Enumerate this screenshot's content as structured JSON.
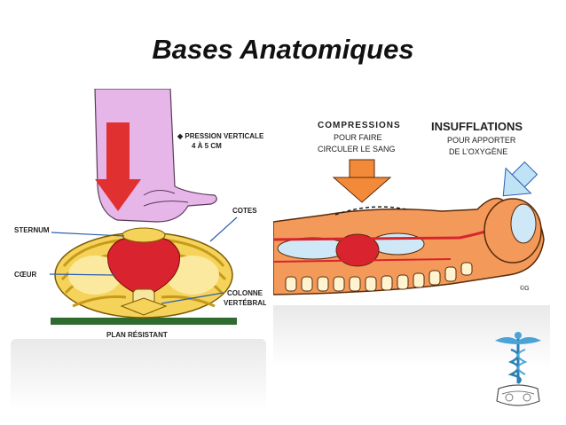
{
  "title": "Bases Anatomiques",
  "left_figure": {
    "pression_line1": "◆ PRESSION VERTICALE",
    "pression_line2": "4 À 5 CM",
    "cotes": "COTES",
    "sternum": "STERNUM",
    "coeur": "CŒUR",
    "colonne_line1": "COLONNE",
    "colonne_line2": "VERTÉBRALE",
    "plan": "PLAN RÉSISTANT"
  },
  "right_figure": {
    "compressions_line1": "COMPRESSIONS",
    "compressions_line2": "POUR FAIRE",
    "compressions_line3": "CIRCULER LE SANG",
    "insufflations_line1": "INSUFFLATIONS",
    "insufflations_line2": "POUR APPORTER",
    "insufflations_line3": "DE L'OXYGÈNE",
    "signature": "©G"
  },
  "colors": {
    "heart": "#d9232f",
    "bone": "#f5d35a",
    "hand": "#e7b6e8",
    "arrow_red": "#e03030",
    "arrow_orange": "#f28a3a",
    "arrow_blue": "#bfe2f5",
    "body": "#f39a5a",
    "plan": "#2f6a2f"
  },
  "icons": {
    "caduceus": "caduceus-icon"
  }
}
